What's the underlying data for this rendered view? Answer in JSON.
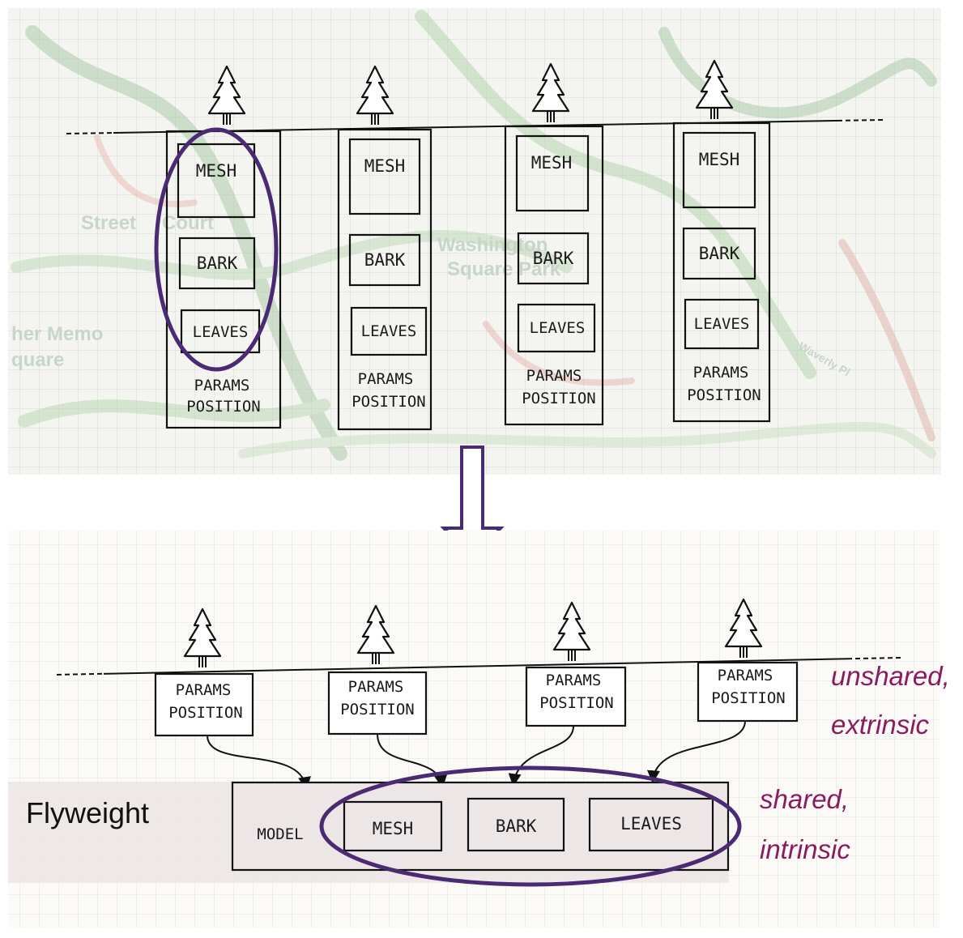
{
  "top_panel": {
    "map_labels": [
      "Street",
      "Court",
      "Washington",
      "Square Park",
      "her Memo",
      "quare",
      "Waverly Pl"
    ],
    "tree_objects": [
      {
        "boxes": [
          "MESH",
          "BARK",
          "LEAVES"
        ],
        "params_1": "PARAMS",
        "params_2": "POSITION",
        "highlighted": true
      },
      {
        "boxes": [
          "MESH",
          "BARK",
          "LEAVES"
        ],
        "params_1": "PARAMS",
        "params_2": "POSITION",
        "highlighted": false
      },
      {
        "boxes": [
          "MESH",
          "BARK",
          "LEAVES"
        ],
        "params_1": "PARAMS",
        "params_2": "POSITION",
        "highlighted": false
      },
      {
        "boxes": [
          "MESH",
          "BARK",
          "LEAVES"
        ],
        "params_1": "PARAMS",
        "params_2": "POSITION",
        "highlighted": false
      }
    ]
  },
  "bottom_panel": {
    "title": "Flyweight",
    "instances": [
      {
        "line1": "PARAMS",
        "line2": "POSITION"
      },
      {
        "line1": "PARAMS",
        "line2": "POSITION"
      },
      {
        "line1": "PARAMS",
        "line2": "POSITION"
      },
      {
        "line1": "PARAMS",
        "line2": "POSITION"
      }
    ],
    "model": {
      "label": "MODEL",
      "parts": [
        "MESH",
        "BARK",
        "LEAVES"
      ]
    },
    "annotations": {
      "unshared": "unshared,",
      "extrinsic": "extrinsic",
      "shared": "shared,",
      "intrinsic": "intrinsic"
    }
  },
  "colors": {
    "highlight": "#4a2a73",
    "annotation": "#8a1b5f",
    "grid": "#dcdcdc",
    "map_green": "#9cc49c"
  }
}
